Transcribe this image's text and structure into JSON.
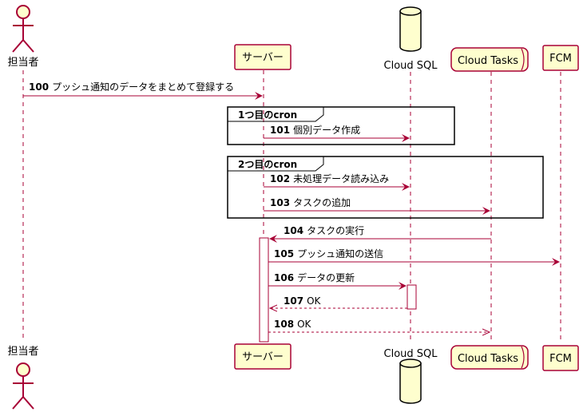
{
  "colors": {
    "participant_fill": "#FEFECE",
    "participant_border": "#A80036",
    "arrow": "#A80036",
    "lifeline": "#A80036",
    "frame_border": "#000000",
    "background": "#FFFFFF"
  },
  "participants": {
    "actor": "担当者",
    "server": "サーバー",
    "db": "Cloud SQL",
    "tasks": "Cloud Tasks",
    "fcm": "FCM"
  },
  "frames": [
    {
      "title": "1つ目のcron"
    },
    {
      "title": "2つ目のcron"
    }
  ],
  "messages": [
    {
      "num": "100",
      "text": "プッシュ通知のデータをまとめて登録する"
    },
    {
      "num": "101",
      "text": "個別データ作成"
    },
    {
      "num": "102",
      "text": "未処理データ読み込み"
    },
    {
      "num": "103",
      "text": "タスクの追加"
    },
    {
      "num": "104",
      "text": "タスクの実行"
    },
    {
      "num": "105",
      "text": "プッシュ通知の送信"
    },
    {
      "num": "106",
      "text": "データの更新"
    },
    {
      "num": "107",
      "text": "OK"
    },
    {
      "num": "108",
      "text": "OK"
    }
  ]
}
